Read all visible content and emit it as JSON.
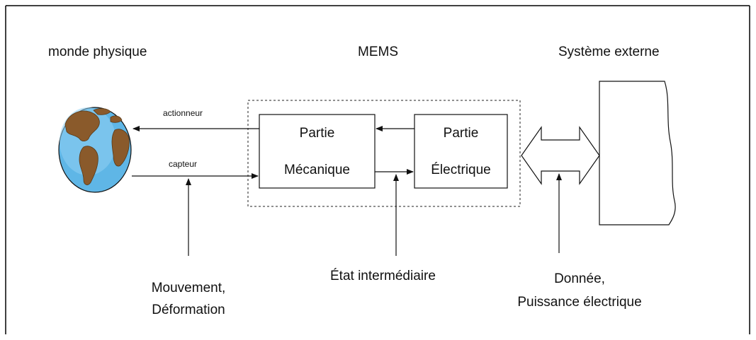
{
  "headers": {
    "physical_world": "monde physique",
    "mems": "MEMS",
    "external_system": "Système externe"
  },
  "arrows": {
    "actuator": "actionneur",
    "sensor": "capteur"
  },
  "blocks": {
    "mechanical": [
      "Partie",
      "Mécanique"
    ],
    "electrical": [
      "Partie",
      "Électrique"
    ]
  },
  "inputs": {
    "movement": [
      "Mouvement,",
      "Déformation"
    ],
    "intermediate_state": "État intermédiaire",
    "data_power": [
      "Donnée,",
      "Puissance électrique"
    ]
  }
}
